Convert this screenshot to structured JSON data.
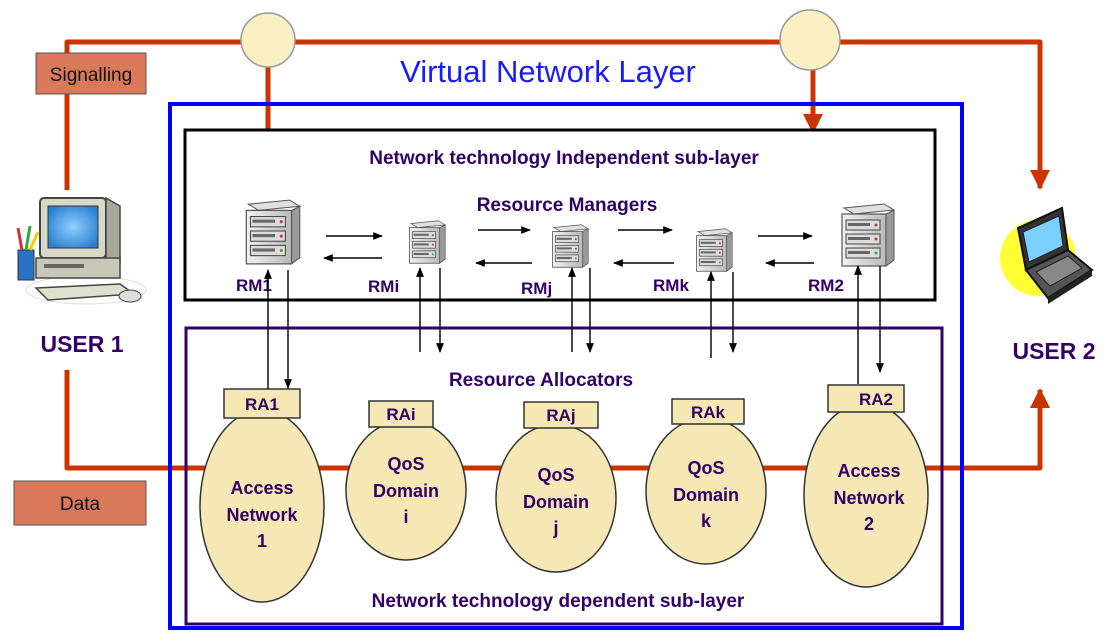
{
  "title": "Virtual Network Layer",
  "signalling_label": "Signalling",
  "data_label": "Data",
  "independent_sublayer": "Network technology Independent sub-layer",
  "dependent_sublayer": "Network technology dependent sub-layer",
  "resource_managers_title": "Resource Managers",
  "resource_allocators_title": "Resource Allocators",
  "user1": "USER 1",
  "user2": "USER 2",
  "managers": {
    "rm1": "RM1",
    "rmi": "RMi",
    "rmj": "RMj",
    "rmk": "RMk",
    "rm2": "RM2"
  },
  "allocators": {
    "ra1": "RA1",
    "rai": "RAi",
    "raj": "RAj",
    "rak": "RAk",
    "ra2": "RA2"
  },
  "domains": {
    "an1": [
      "Access",
      "Network",
      "1"
    ],
    "qi": [
      "QoS",
      "Domain",
      "i"
    ],
    "qj": [
      "QoS",
      "Domain",
      "j"
    ],
    "qk": [
      "QoS",
      "Domain",
      "k"
    ],
    "an2": [
      "Access",
      "Network",
      "2"
    ]
  },
  "colors": {
    "signal_path": "#cc3300",
    "label_box_fill": "#d9795a",
    "outer_frame": "#0000ff",
    "title_text": "#1a1aff",
    "heading_text": "#330066",
    "dependent_frame": "#330066",
    "domain_fill": "#f5e8b4",
    "node_fill": "#fbefc4"
  },
  "icons": {
    "user1": "desktop-computer-icon",
    "user2": "laptop-icon",
    "managers": "server-icon"
  }
}
